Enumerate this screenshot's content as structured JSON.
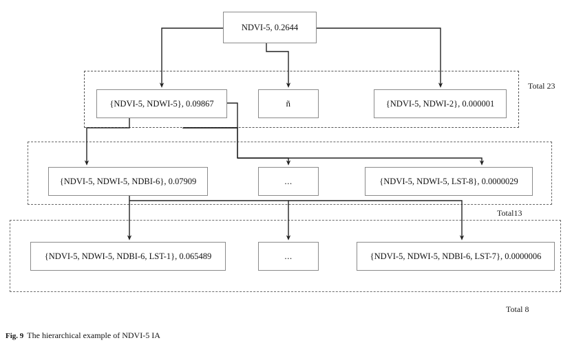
{
  "figure": {
    "caption_label": "Fig. 9",
    "caption_text": "The hierarchical example of NDVI-5 IA"
  },
  "nodes": {
    "root": "NDVI-5, 0.2644",
    "level2": [
      "{NDVI-5, NDWI-5}, 0.09867",
      "ñ",
      "{NDVI-5, NDWI-2}, 0.000001"
    ],
    "level3": [
      "{NDVI-5, NDWI-5, NDBI-6}, 0.07909",
      "...",
      "{NDVI-5, NDWI-5, LST-8}, 0.0000029"
    ],
    "level4": [
      "{NDVI-5, NDWI-5, NDBI-6, LST-1}, 0.065489",
      "...",
      "{NDVI-5, NDWI-5, NDBI-6, LST-7}, 0.0000006"
    ]
  },
  "groups": {
    "level2_total": "Total 23",
    "level3_total": "Total13",
    "level4_total": "Total 8"
  },
  "colors": {
    "node_border": "#8a8a8a",
    "connector": "#222222",
    "group_border": "#555555",
    "background": "#ffffff",
    "text": "#111111"
  }
}
